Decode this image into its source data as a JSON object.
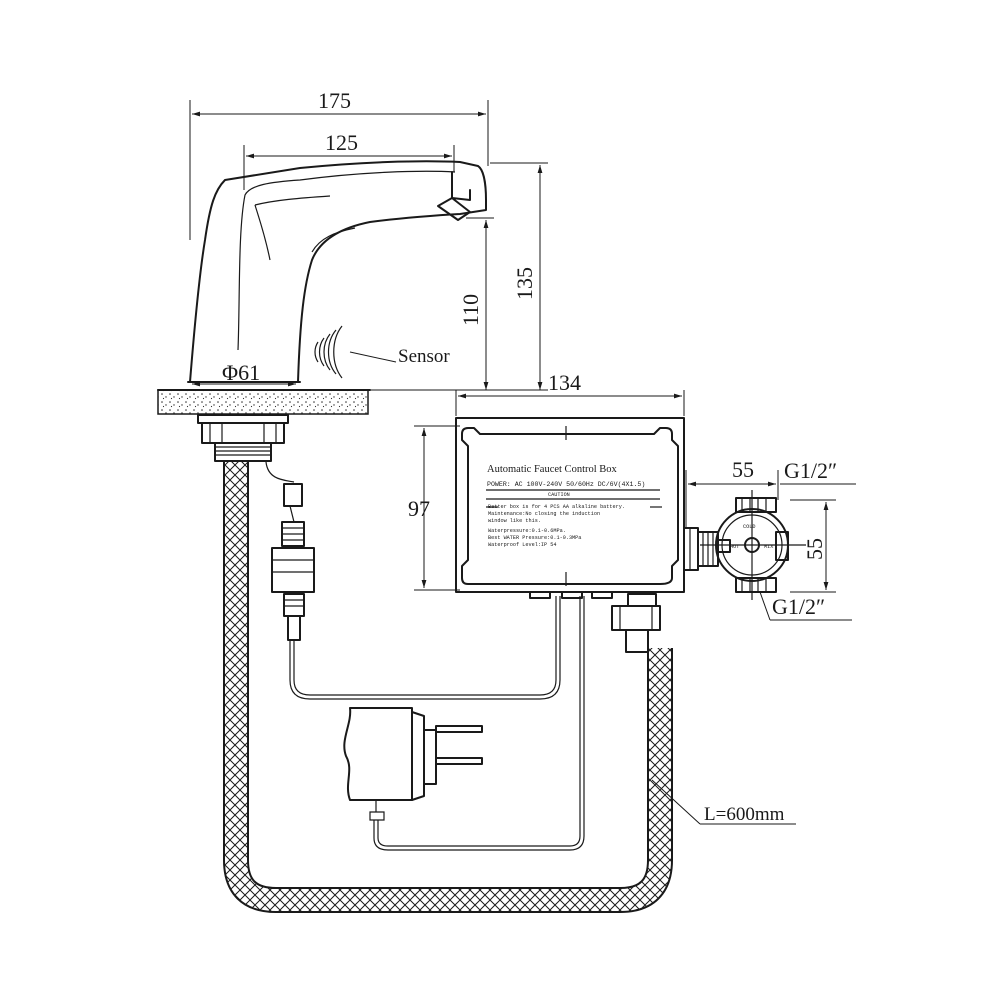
{
  "dimensions": {
    "spout_overall_length": "175",
    "spout_reach": "125",
    "spout_height": "135",
    "outlet_height": "110",
    "base_diameter": "Φ61",
    "box_width": "134",
    "box_height": "97",
    "valve_offset": "55",
    "valve_height": "55"
  },
  "labels": {
    "sensor": "Sensor",
    "thread_top": "G1/2″",
    "thread_bottom": "G1/2″",
    "hose_length": "L=600mm"
  },
  "control_box": {
    "title": "Automatic Faucet Control Box",
    "power": "POWER: AC 100V-240V 50/60Hz DC/6V(4X1.5)",
    "caution_heading": "CAUTION",
    "notes": [
      "Batter box is for 4 PCS AA alkaline battery.",
      "Maintenance:No closing the induction",
      "window like this.",
      "Waterpressure:0.1-0.6MPa.",
      "Best WATER Pressure:0.1-0.3MPa",
      "Waterproof Level:IP 54"
    ]
  },
  "valve": {
    "cold_label": "COLD",
    "hot_label": "HOT",
    "mix_label": "MIX"
  },
  "colors": {
    "line": "#1a1a1a",
    "background": "#ffffff"
  }
}
